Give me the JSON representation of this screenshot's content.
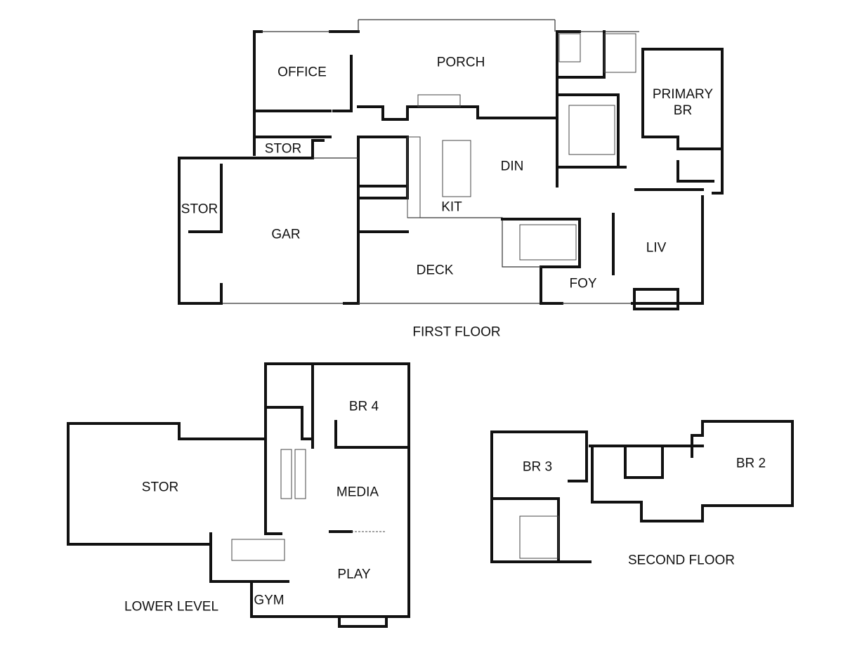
{
  "floors": {
    "first": {
      "title": "FIRST FLOOR",
      "rooms": {
        "office": "OFFICE",
        "porch": "PORCH",
        "primary_br": "PRIMARY\nBR",
        "stor_small": "STOR",
        "stor_garage": "STOR",
        "garage": "GAR",
        "din": "DIN",
        "kit": "KIT",
        "deck": "DECK",
        "foy": "FOY",
        "liv": "LIV"
      }
    },
    "lower": {
      "title": "LOWER LEVEL",
      "rooms": {
        "br4": "BR 4",
        "stor": "STOR",
        "media": "MEDIA",
        "play": "PLAY",
        "gym": "GYM"
      }
    },
    "second": {
      "title": "SECOND FLOOR",
      "rooms": {
        "br3": "BR 3",
        "br2": "BR 2"
      }
    }
  }
}
